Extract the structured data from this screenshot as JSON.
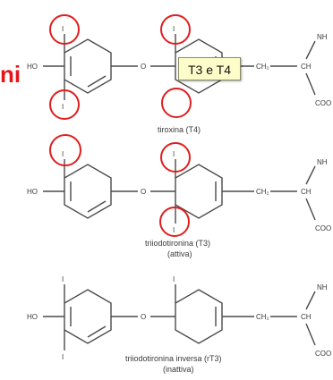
{
  "overlay": {
    "side_text": "ni",
    "tooltip": "T3 e T4",
    "accent_color": "#e8141b"
  },
  "atoms": {
    "iodine": "I",
    "ho": "HO",
    "oxygen": "O",
    "ch2": "CH₂",
    "ch": "CH",
    "nh": "NH",
    "coo": "COO"
  },
  "molecules": [
    {
      "name": "tiroxina (T4)",
      "note": ""
    },
    {
      "name": "triiodotironina (T3)",
      "note": "(attiva)"
    },
    {
      "name": "triiodotironina inversa (rT3)",
      "note": "(inattiva)"
    }
  ]
}
